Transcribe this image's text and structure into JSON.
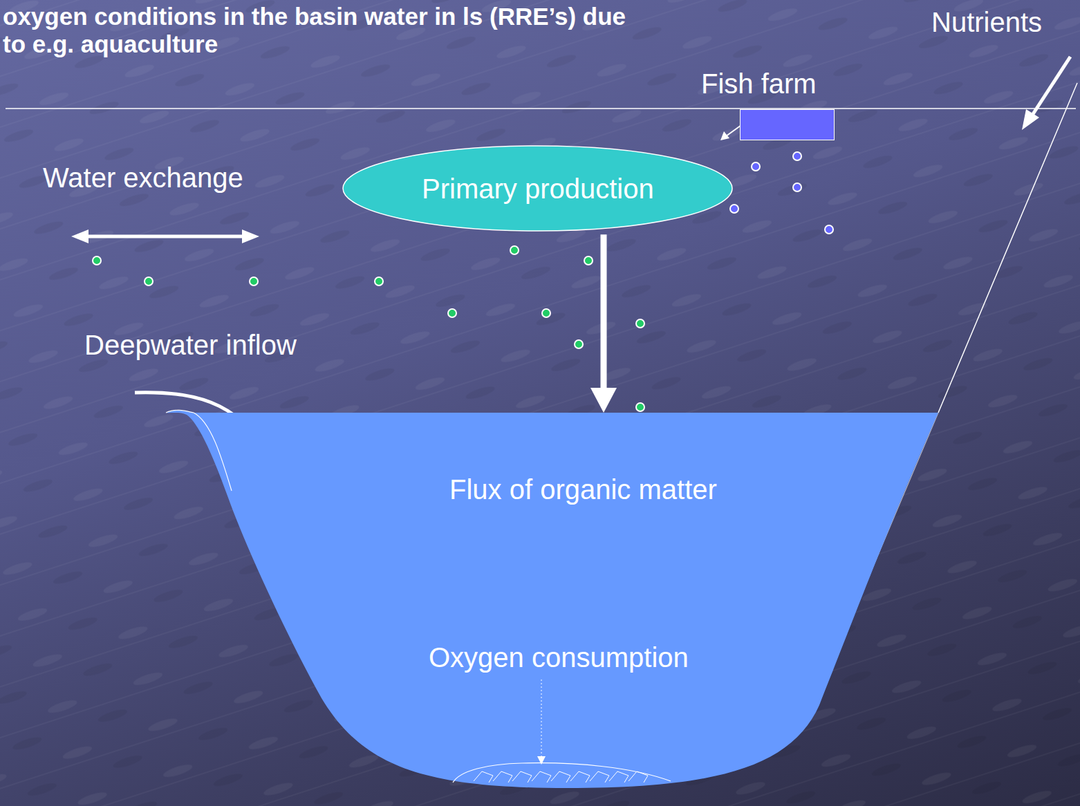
{
  "diagram": {
    "title": "oxygen conditions in the basin water in ls (RRE’s) due to e.g. aquaculture",
    "nodes": [
      {
        "text": [
          "Fish farm"
        ]
      },
      {
        "text": [
          "Primary production"
        ]
      },
      {
        "text": [
          "Flux of organic matter",
          "Oxygen consumption"
        ]
      }
    ],
    "edges": [
      {
        "from": 1,
        "to": 2,
        "arrow": "to"
      }
    ],
    "labels": [
      "Nutrients",
      "Water exchange",
      "Deepwater inflow"
    ]
  }
}
